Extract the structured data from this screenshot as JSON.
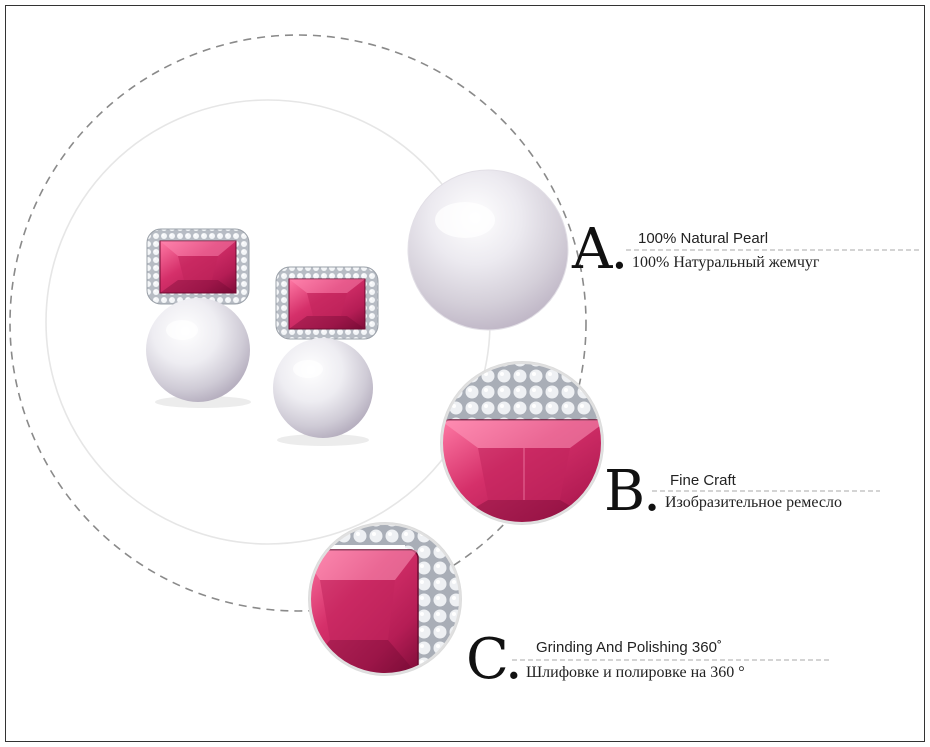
{
  "features": [
    {
      "letter": "A.",
      "title_en": "100% Natural Pearl",
      "title_ru": "100% Натуральный жемчуг",
      "icon": "pearl-closeup"
    },
    {
      "letter": "B.",
      "title_en": "Fine Craft",
      "title_ru": "Изобразительное ремесло",
      "icon": "gem-closeup"
    },
    {
      "letter": "C.",
      "title_en": "Grinding And Polishing 360˚",
      "title_ru": "Шлифовке и полировке на 360 °",
      "icon": "gem-edge-closeup"
    }
  ],
  "colors": {
    "gem": "#d5306a",
    "gem_dark": "#8e1040",
    "pearl": "#f2f0f4",
    "metal": "#c8ccd2",
    "frame": "#333333",
    "dashed": "#8a8a8a"
  }
}
